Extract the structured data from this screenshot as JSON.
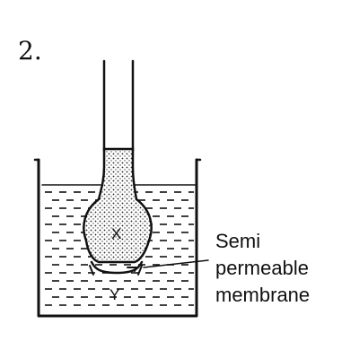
{
  "question_number": "2.",
  "labels": {
    "solution_inside": "X",
    "solution_outside": "Y",
    "membrane_line1": "Semi",
    "membrane_line2": "permeable",
    "membrane_line3": "membrane"
  }
}
